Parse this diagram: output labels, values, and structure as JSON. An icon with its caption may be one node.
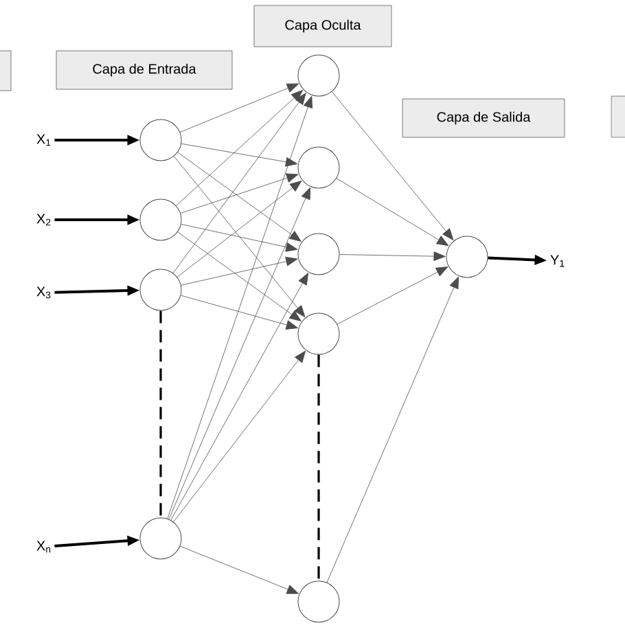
{
  "diagram": {
    "nodes": [
      {
        "text": [
          "Capa Oculta"
        ]
      },
      {
        "text": [
          "Capa de Entrada"
        ]
      },
      {
        "text": [
          "Capa de Salida"
        ]
      },
      {
        "text": [
          "X$_{1}$"
        ]
      },
      {
        "text": [
          "X$_{2}$"
        ]
      },
      {
        "text": [
          "X$_{3}$"
        ]
      },
      {
        "text": [
          "X$_{n}$"
        ]
      },
      {
        "text": [],
        "shape": "circle"
      },
      {
        "text": [],
        "shape": "circle"
      },
      {
        "text": [],
        "shape": "circle"
      },
      {
        "text": [],
        "shape": "circle"
      },
      {
        "text": [],
        "shape": "circle"
      },
      {
        "text": [],
        "shape": "circle"
      },
      {
        "text": [],
        "shape": "circle"
      },
      {
        "text": [],
        "shape": "circle"
      },
      {
        "text": [],
        "shape": "circle"
      },
      {
        "text": [],
        "shape": "circle"
      },
      {
        "text": [
          "Y$_{1}$"
        ]
      }
    ],
    "edges": [
      {
        "from": 3,
        "to": 7,
        "arrow": "to",
        "style": "thick"
      },
      {
        "from": 4,
        "to": 8,
        "arrow": "to",
        "style": "thick"
      },
      {
        "from": 5,
        "to": 9,
        "arrow": "to",
        "style": "thick"
      },
      {
        "from": 6,
        "to": 10,
        "arrow": "to",
        "style": "thick"
      },
      {
        "from": 7,
        "to": 11,
        "arrow": "to"
      },
      {
        "from": 7,
        "to": 12,
        "arrow": "to"
      },
      {
        "from": 7,
        "to": 13,
        "arrow": "to"
      },
      {
        "from": 7,
        "to": 14,
        "arrow": "to"
      },
      {
        "from": 8,
        "to": 11,
        "arrow": "to"
      },
      {
        "from": 8,
        "to": 12,
        "arrow": "to"
      },
      {
        "from": 8,
        "to": 13,
        "arrow": "to"
      },
      {
        "from": 8,
        "to": 14,
        "arrow": "to"
      },
      {
        "from": 9,
        "to": 11,
        "arrow": "to"
      },
      {
        "from": 9,
        "to": 12,
        "arrow": "to"
      },
      {
        "from": 9,
        "to": 13,
        "arrow": "to"
      },
      {
        "from": 9,
        "to": 14,
        "arrow": "to"
      },
      {
        "from": 10,
        "to": 11,
        "arrow": "to"
      },
      {
        "from": 10,
        "to": 12,
        "arrow": "to"
      },
      {
        "from": 10,
        "to": 13,
        "arrow": "to"
      },
      {
        "from": 10,
        "to": 14,
        "arrow": "to"
      },
      {
        "from": 10,
        "to": 15,
        "arrow": "to"
      },
      {
        "from": 9,
        "to": 10,
        "arrow": "none",
        "style": "dashed"
      },
      {
        "from": 14,
        "to": 15,
        "arrow": "none",
        "style": "dashed"
      },
      {
        "from": 11,
        "to": 16,
        "arrow": "to"
      },
      {
        "from": 12,
        "to": 16,
        "arrow": "to"
      },
      {
        "from": 13,
        "to": 16,
        "arrow": "to"
      },
      {
        "from": 14,
        "to": 16,
        "arrow": "to"
      },
      {
        "from": 15,
        "to": 16,
        "arrow": "to"
      },
      {
        "from": 16,
        "to": 17,
        "arrow": "to",
        "style": "thick"
      }
    ]
  }
}
